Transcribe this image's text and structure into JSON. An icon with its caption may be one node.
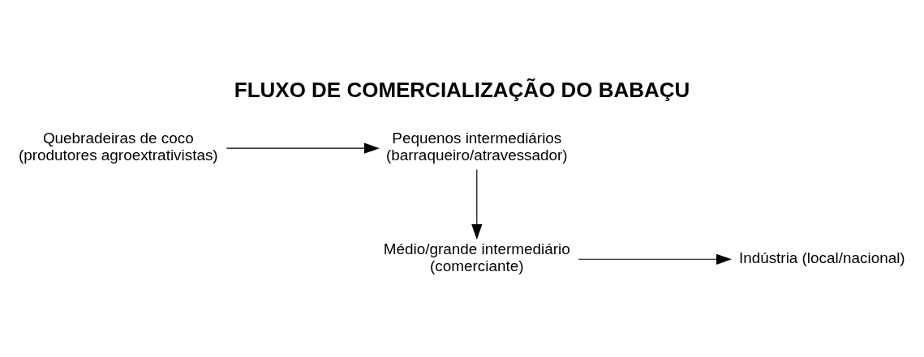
{
  "diagram": {
    "title": "FLUXO DE COMERCIALIZAÇÃO DO BABAÇU",
    "nodes": [
      {
        "text": [
          "Quebradeiras de coco (produtores agroextrativistas)"
        ]
      },
      {
        "text": [
          "Pequenos intermediários (barraqueiro/atravessador)"
        ]
      },
      {
        "text": [
          "Médio/grande intermediário (comerciante)"
        ]
      },
      {
        "text": [
          "Indústria (local/nacional)"
        ]
      }
    ],
    "edges": [
      {
        "from": 0,
        "to": 1,
        "arrow": "to"
      },
      {
        "from": 1,
        "to": 2,
        "arrow": "to"
      },
      {
        "from": 2,
        "to": 3,
        "arrow": "to"
      }
    ]
  }
}
